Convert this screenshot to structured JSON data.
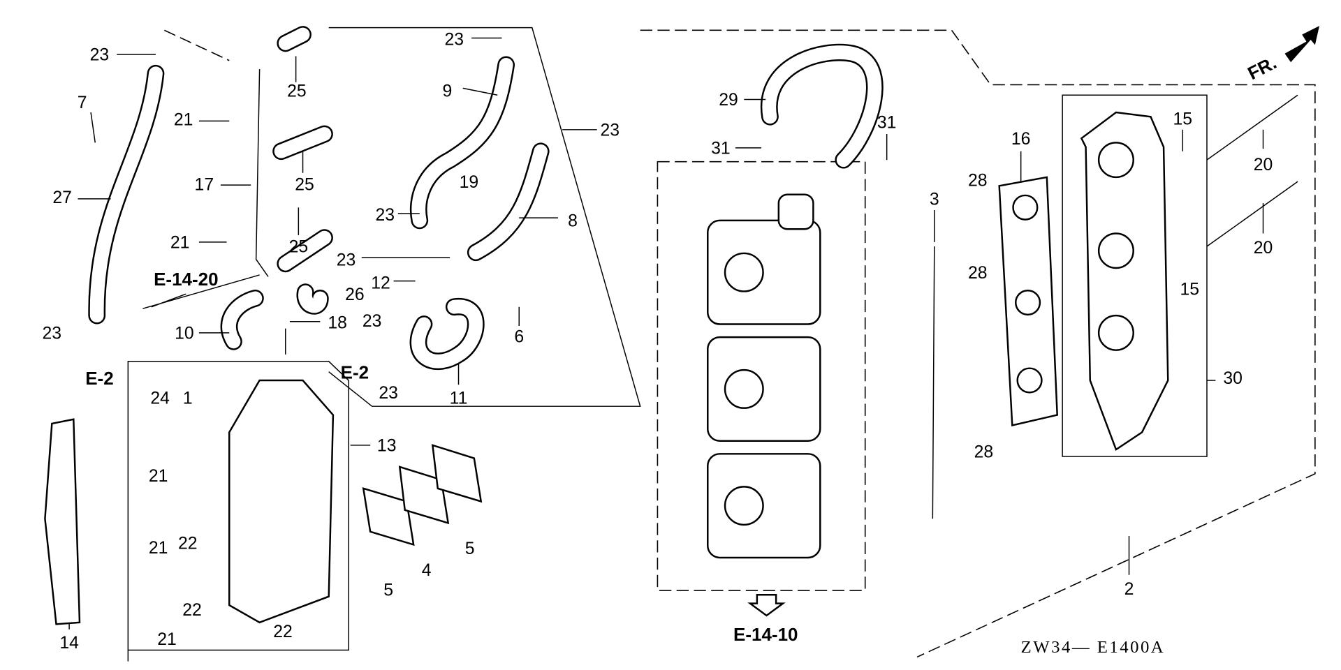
{
  "diagram": {
    "callouts": [
      "23",
      "7",
      "27",
      "21",
      "25",
      "17",
      "25",
      "21",
      "25",
      "26",
      "10",
      "18",
      "23",
      "23",
      "9",
      "23",
      "19",
      "8",
      "23",
      "23",
      "12",
      "23",
      "23",
      "11",
      "6",
      "29",
      "31",
      "31",
      "3",
      "16",
      "28",
      "28",
      "28",
      "15",
      "20",
      "20",
      "15",
      "30",
      "2",
      "13",
      "24",
      "1",
      "21",
      "22",
      "21",
      "22",
      "21",
      "22",
      "5",
      "4",
      "5",
      "14"
    ],
    "references": {
      "e14_20": "E-14-20",
      "e2_left": "E-2",
      "e2_mid": "E-2",
      "e14_10": "E-14-10"
    },
    "front_marker": "FR.",
    "drawing_code": "ZW34— E1400A"
  }
}
